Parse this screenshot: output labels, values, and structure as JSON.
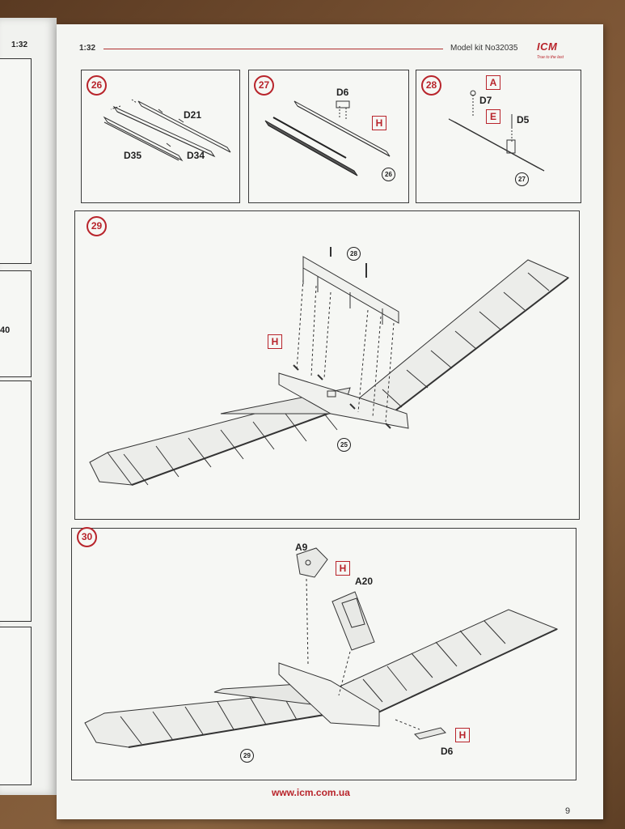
{
  "left_page": {
    "scale": "1:32",
    "fragment_number": "40"
  },
  "header": {
    "scale": "1:32",
    "model": "Model kit No32035",
    "logo": {
      "name": "ICM",
      "tagline": "True to the last"
    }
  },
  "steps": [
    {
      "number": "26",
      "parts": [
        "D21",
        "D35",
        "D34"
      ]
    },
    {
      "number": "27",
      "parts": [
        "D6"
      ],
      "paint_code": "H",
      "ref": "26"
    },
    {
      "number": "28",
      "parts": [
        "D7",
        "D5"
      ],
      "paint_codes": [
        "A",
        "E"
      ],
      "ref": "27"
    },
    {
      "number": "29",
      "paint_code": "H",
      "refs": [
        "28",
        "25"
      ]
    },
    {
      "number": "30",
      "parts": [
        "A9",
        "A20",
        "D6"
      ],
      "paint_codes": [
        "H",
        "H"
      ],
      "ref": "29"
    }
  ],
  "footer": {
    "url": "www.icm.com.ua",
    "page_number": "9"
  },
  "colors": {
    "accent_red": "#b8242b",
    "line": "#3a3a3a"
  }
}
